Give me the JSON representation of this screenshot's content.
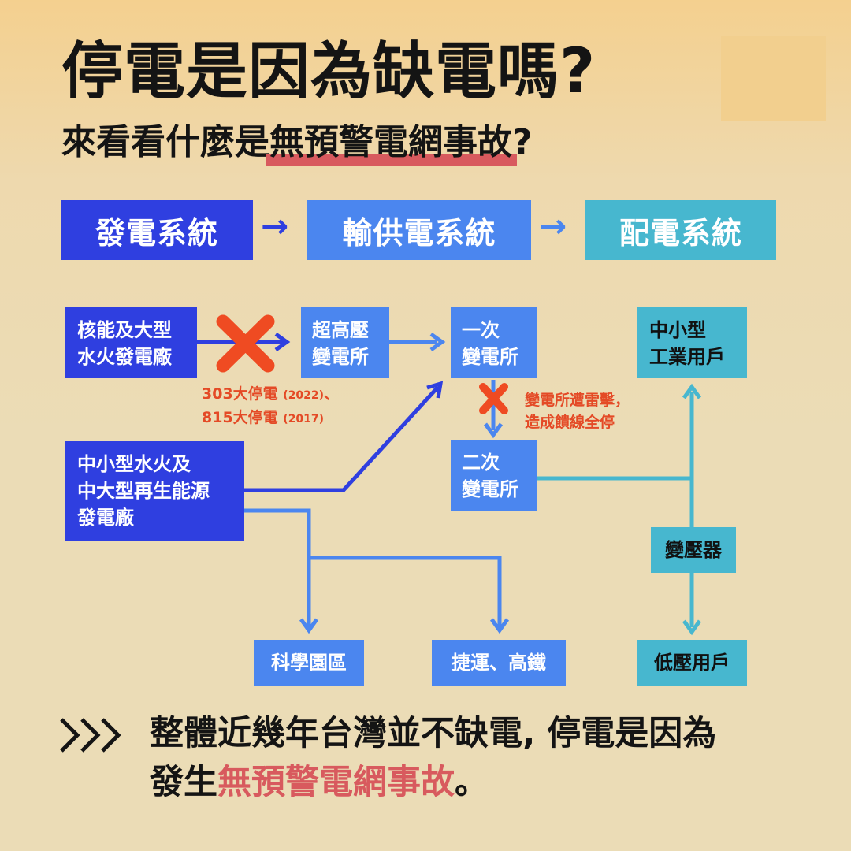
{
  "header": {
    "title": "停電是因為缺電嗎?",
    "subtitle_pre": "來看看什麼是",
    "subtitle_highlight": "無預警電網事故",
    "subtitle_post": "?"
  },
  "systems": {
    "generation": "發電系統",
    "transmission": "輸供電系統",
    "distribution": "配電系統",
    "arrow1": "→",
    "arrow2": "→"
  },
  "nodes": {
    "nuclear_line1": "核能及大型",
    "nuclear_line2": "水火發電廠",
    "ehv_line1": "超高壓",
    "ehv_line2": "變電所",
    "primary_line1": "一次",
    "primary_line2": "變電所",
    "industrial_line1": "中小型",
    "industrial_line2": "工業用戶",
    "small_gen_line1": "中小型水火及",
    "small_gen_line2": "中大型再生能源",
    "small_gen_line3": "發電廠",
    "secondary_line1": "二次",
    "secondary_line2": "變電所",
    "transformer": "變壓器",
    "science_park": "科學園區",
    "mrt_hsr": "捷運、高鐵",
    "low_voltage": "低壓用戶"
  },
  "notes": {
    "blackout_303": "303大停電",
    "year_2022": "(2022)",
    "sep": "、",
    "blackout_815": "815大停電",
    "year_2017": "(2017)",
    "lightning_line1": "變電所遭雷擊，",
    "lightning_line2": "造成饋線全停"
  },
  "conclusion": {
    "line1": "整體近幾年台灣並不缺電, 停電是因為",
    "line2_pre": "發生",
    "line2_highlight": "無預警電網事故",
    "line2_post": "。"
  },
  "colors": {
    "dark_blue": "#2f3fe0",
    "mid_blue": "#4b86ef",
    "cyan": "#47b7cf",
    "red_x": "#ef4b22",
    "highlight_red": "#d85a5e"
  },
  "icons": {
    "fault_mark": "x-mark-icon",
    "bullet": "triple-chevron-icon"
  }
}
